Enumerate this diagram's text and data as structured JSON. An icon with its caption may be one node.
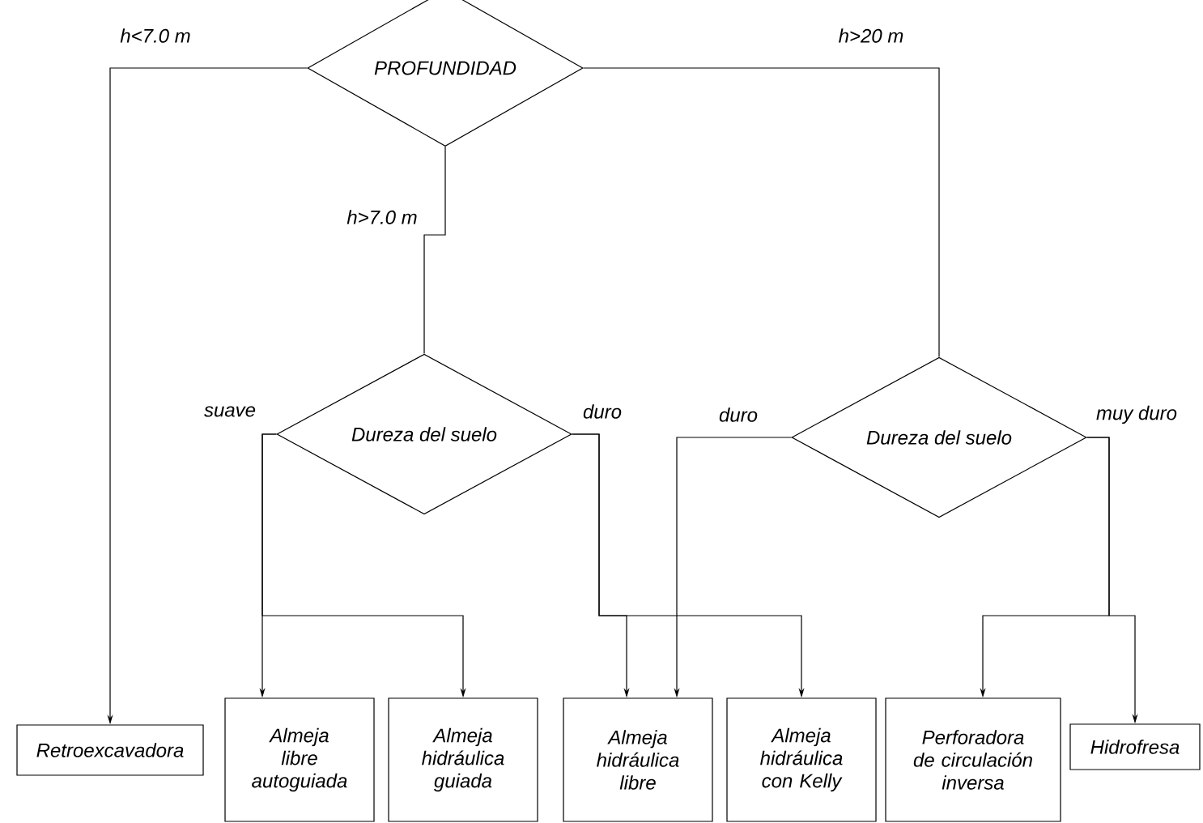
{
  "diagram": {
    "nodes": [
      {
        "text": [
          "PROFUNDIDAD"
        ]
      },
      {
        "text": [
          "Dureza del suelo"
        ]
      },
      {
        "text": [
          "Dureza del suelo"
        ]
      },
      {
        "text": [
          "Retroexcavadora"
        ]
      },
      {
        "text": [
          "Almeja libre autoguiada"
        ]
      },
      {
        "text": [
          "Almeja hidráulica guiada"
        ]
      },
      {
        "text": [
          "Almeja hidráulica libre"
        ]
      },
      {
        "text": [
          "Almeja hidráulica con Kelly"
        ]
      },
      {
        "text": [
          "Perforadora de circulación inversa"
        ]
      },
      {
        "text": [
          "Hidrofresa"
        ]
      }
    ],
    "edges": [
      {
        "from": 0,
        "to": 3,
        "arrow": "to",
        "label": "h<7.0 m"
      },
      {
        "from": 0,
        "to": 1,
        "arrow": "none",
        "label": "h>7.0 m"
      },
      {
        "from": 0,
        "to": 2,
        "arrow": "none",
        "label": "h>20 m"
      },
      {
        "from": 1,
        "to": 4,
        "arrow": "to",
        "label": "suave"
      },
      {
        "from": 1,
        "to": 5,
        "arrow": "to"
      },
      {
        "from": 1,
        "to": 6,
        "arrow": "to",
        "label": "duro"
      },
      {
        "from": 1,
        "to": 7,
        "arrow": "to"
      },
      {
        "from": 2,
        "to": 6,
        "arrow": "to",
        "label": "duro"
      },
      {
        "from": 2,
        "to": 8,
        "arrow": "to",
        "label": "muy duro"
      },
      {
        "from": 2,
        "to": 9,
        "arrow": "to"
      }
    ]
  }
}
